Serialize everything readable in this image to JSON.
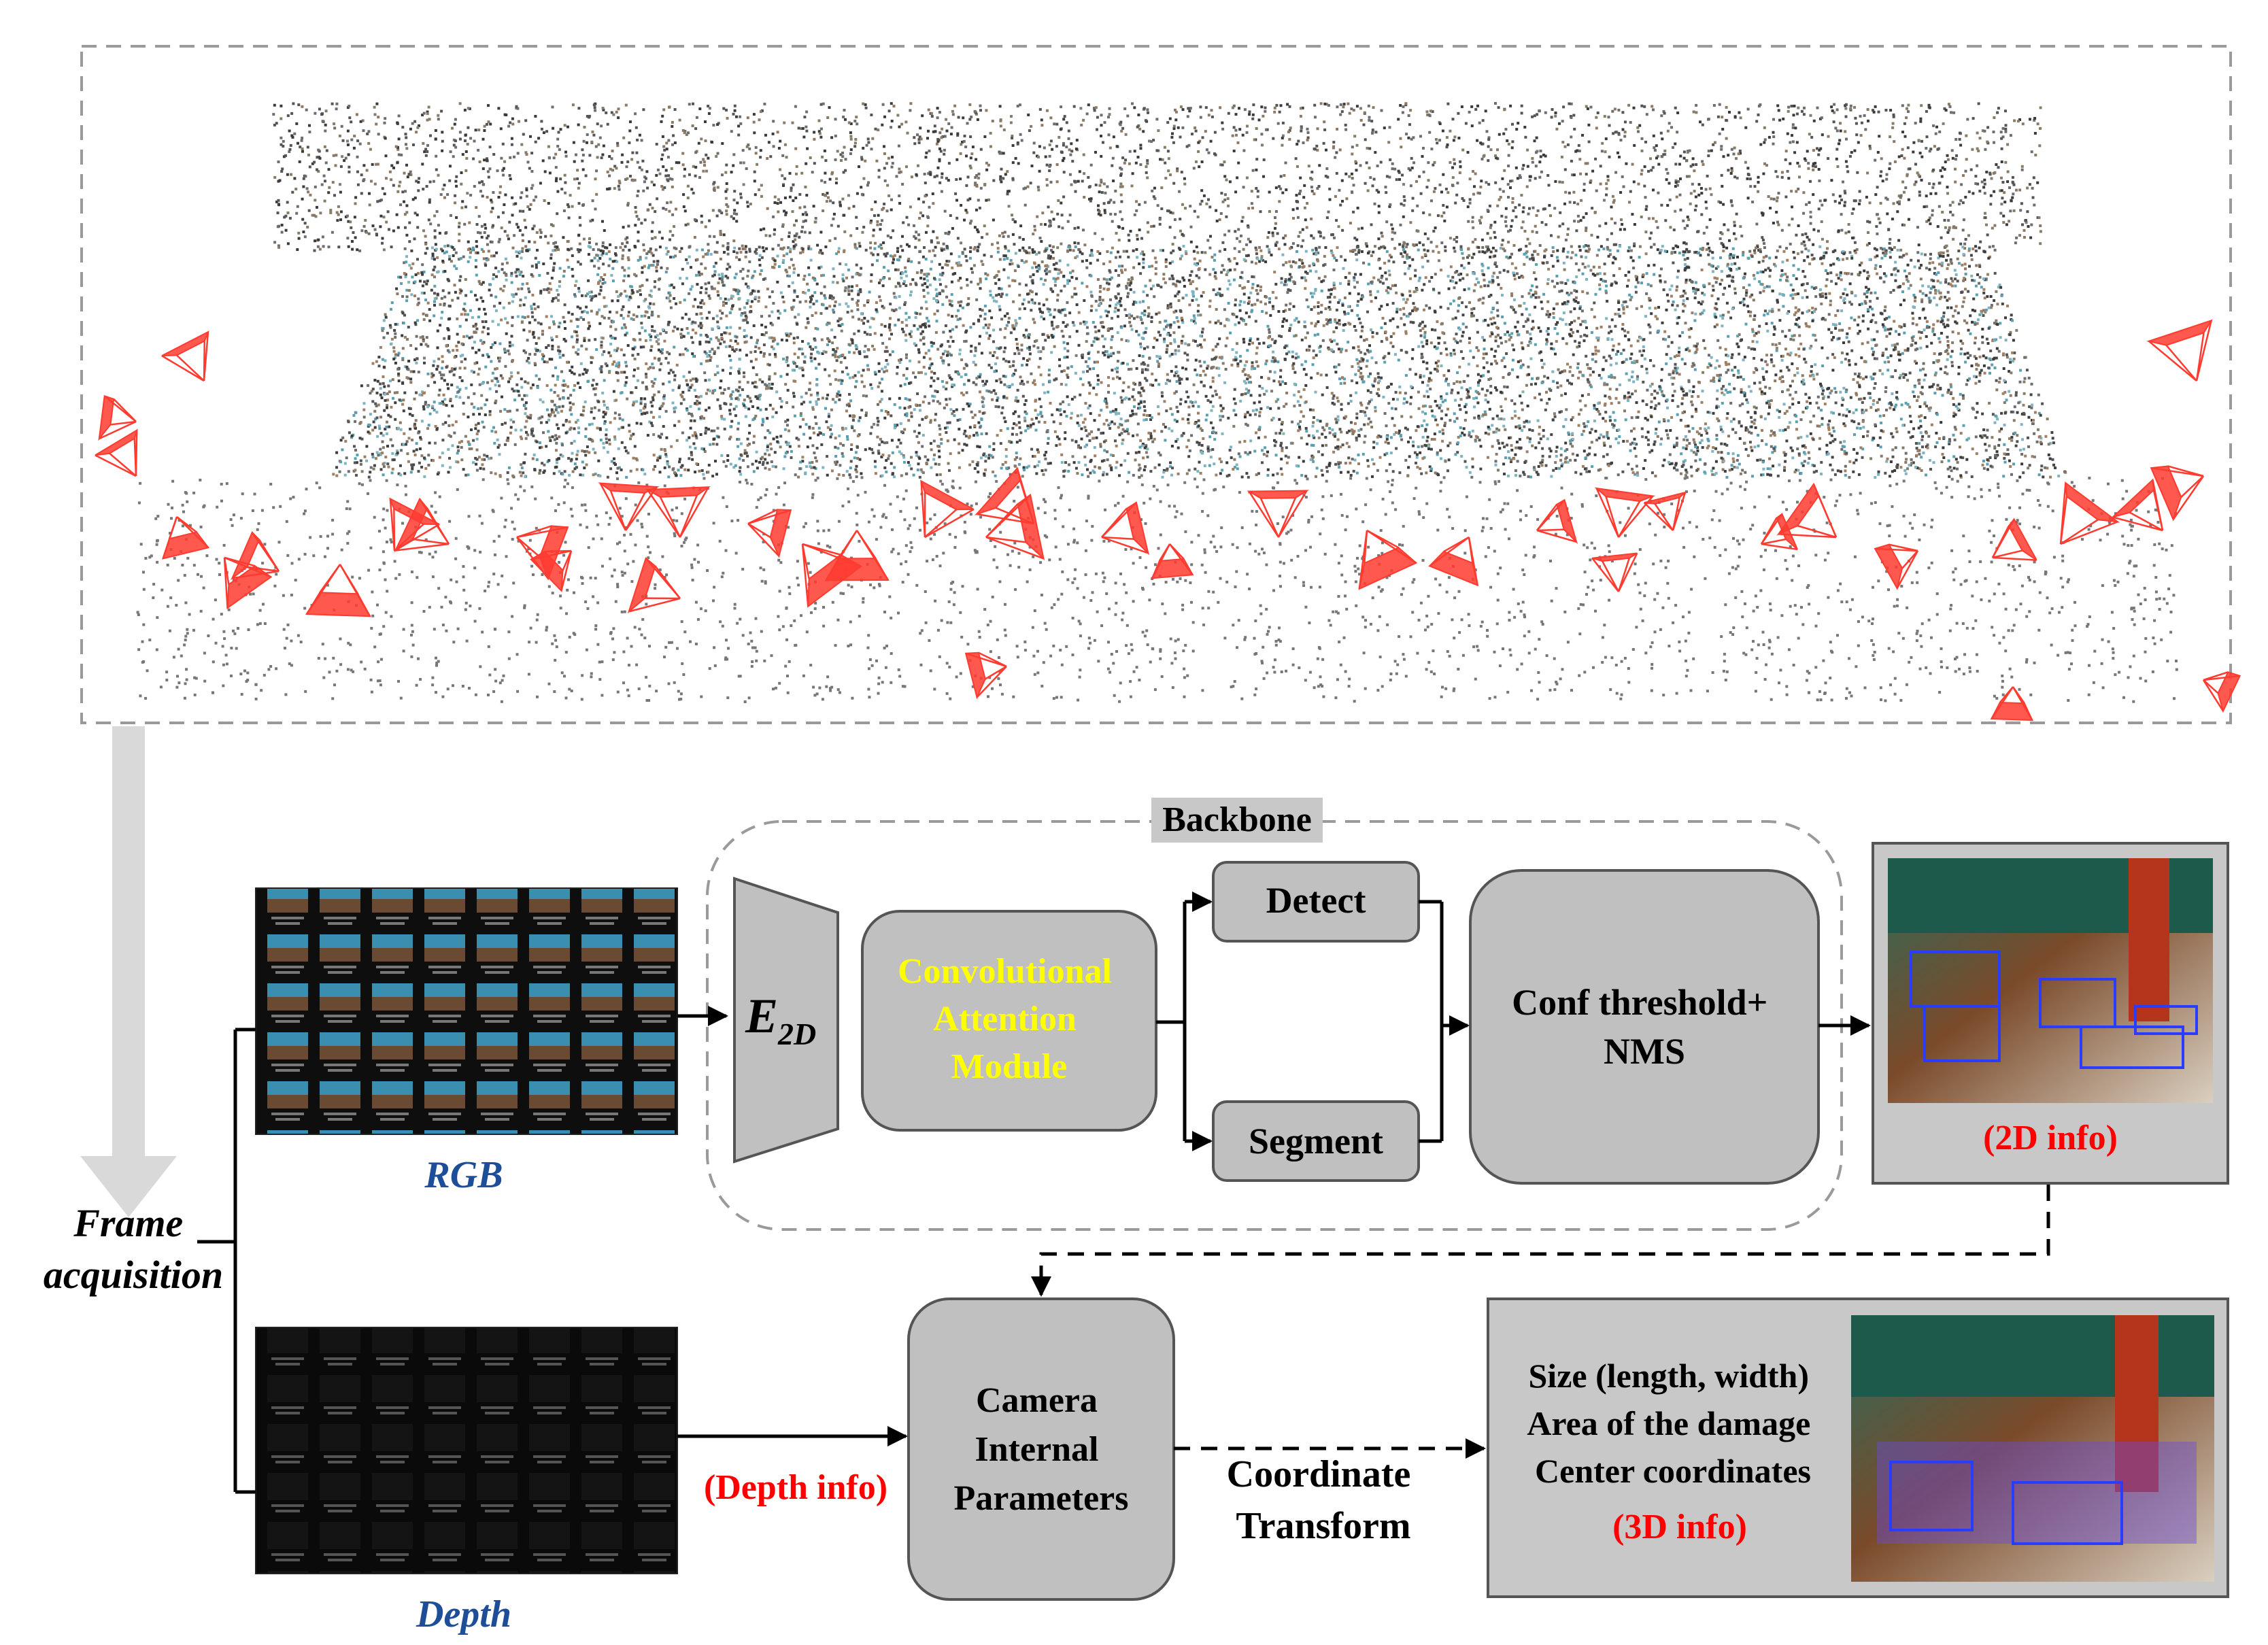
{
  "labels": {
    "backbone": "Backbone",
    "e2d_main": "E",
    "e2d_sub": "2D",
    "cam_line1": "Convolutional",
    "cam_line2": "Attention",
    "cam_line3": "Module",
    "detect": "Detect",
    "segment": "Segment",
    "conf_line1": "Conf threshold+",
    "conf_line2": "NMS",
    "info2d": "(2D info)",
    "rgb": "RGB",
    "depth": "Depth",
    "frame_line1": "Frame",
    "frame_line2": "acquisition",
    "depth_info": "(Depth info)",
    "camint_line1": "Camera",
    "camint_line2": "Internal",
    "camint_line3": "Parameters",
    "coord_line1": "Coordinate",
    "coord_line2": "Transform",
    "out_line1": "Size (length, width)",
    "out_line2": "Area of the damage",
    "out_line3": "Center  coordinates",
    "info3d": "(3D info)"
  },
  "colors": {
    "box_fill": "#c0c0c0",
    "box_stroke": "#555555",
    "highlight_text": "#ffff00",
    "info_red": "#ff0000",
    "caption_blue": "#1f4e99",
    "camera_red": "#ff3b30",
    "dashed_gray": "#9a9a9a",
    "down_arrow": "#d9d9d9"
  }
}
